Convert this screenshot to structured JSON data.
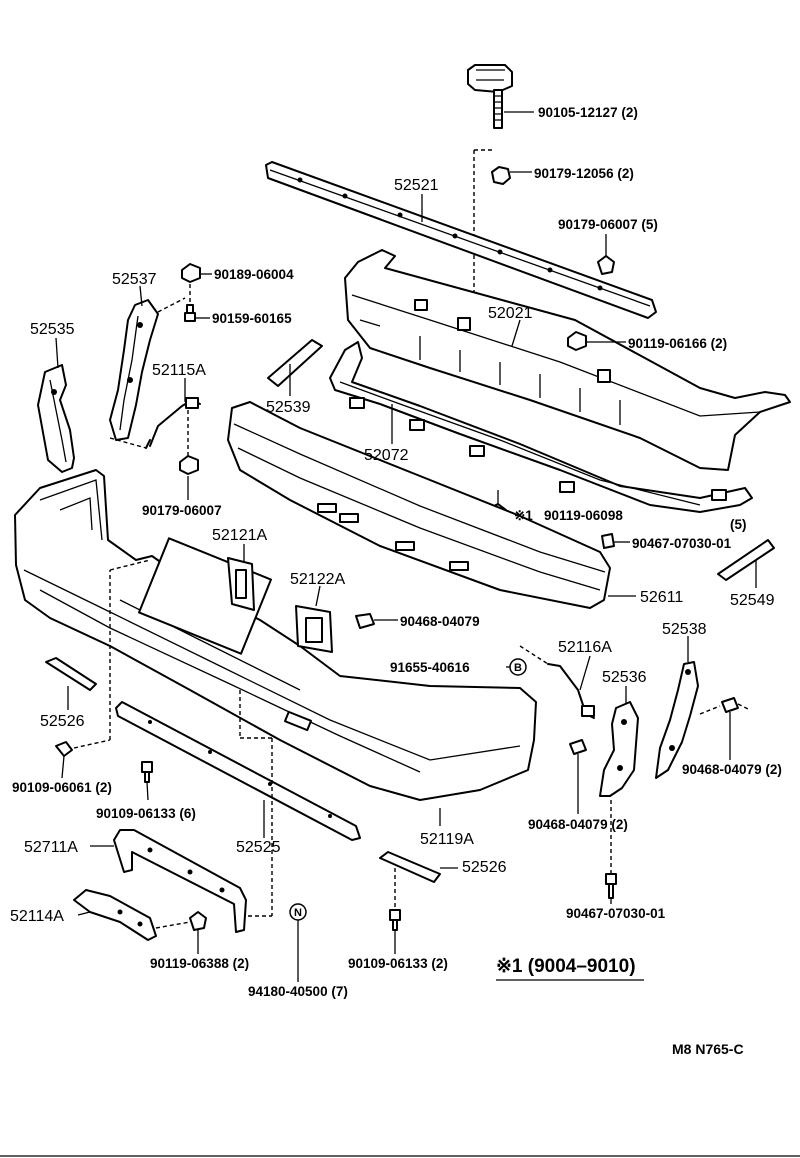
{
  "labels": {
    "p90105": "90105-12127 (2)",
    "p90179_12056": "90179-12056 (2)",
    "p52521": "52521",
    "p90179_06007_top": "90179-06007 (5)",
    "p90189": "90189-06004",
    "p52537": "52537",
    "p90159": "90159-60165",
    "p52535": "52535",
    "p52021": "52021",
    "p90119_06166": "90119-06166 (2)",
    "p52115A": "52115A",
    "p52539": "52539",
    "p52072": "52072",
    "p90179_06007": "90179-06007",
    "p90119_06098": "90119-06098",
    "p5": "(5)",
    "p90467_top": "90467-07030-01",
    "p52121A": "52121A",
    "p52122A": "52122A",
    "p52611": "52611",
    "p52549": "52549",
    "p90468_center": "90468-04079",
    "p52538": "52538",
    "p52116A": "52116A",
    "p91655": "91655-40616",
    "p52536": "52536",
    "p52526_left": "52526",
    "p90109_06061": "90109-06061 (2)",
    "p90109_06133_6": "90109-06133 (6)",
    "p90468_right": "90468-04079 (2)",
    "p90468_mid": "90468-04079 (2)",
    "p52119A": "52119A",
    "p52525": "52525",
    "p52711A": "52711A",
    "p52526_right": "52526",
    "p90467_bottom": "90467-07030-01",
    "p52114A": "52114A",
    "p90119_06388": "90119-06388 (2)",
    "p94180": "94180-40500 (7)",
    "p90109_06133_2": "90109-06133 (2)",
    "asterisk_mark": "※1",
    "note_mark": "※1 (9004–9010)",
    "circle_b": "B",
    "circle_n": "N",
    "ref_code": "M8  N765-C"
  }
}
